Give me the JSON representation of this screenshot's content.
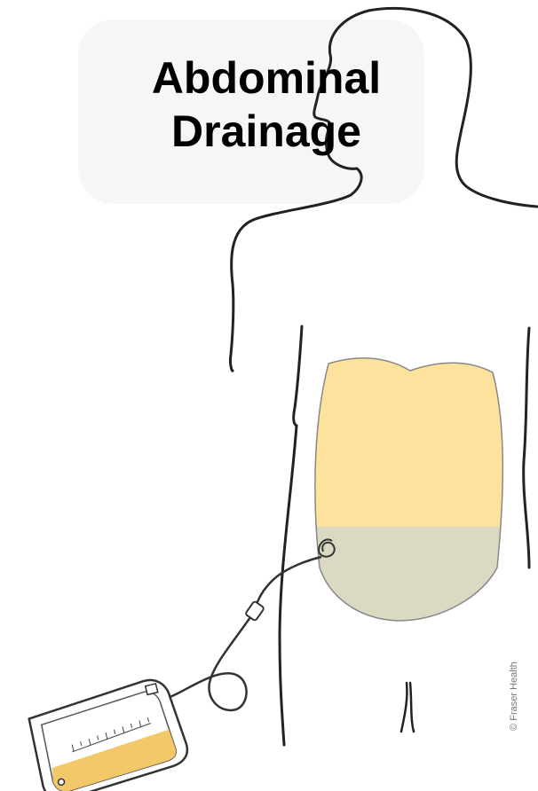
{
  "title": {
    "line1": "Abdominal",
    "line2": "Drainage"
  },
  "credit": "© Fraser Health",
  "colors": {
    "outline": "#222222",
    "abdomen_fill": "#fde29d",
    "fluid_fill": "#dcd9c3",
    "bag_fluid": "#f2c25a",
    "tube": "#333333",
    "title_box": "#f2f2f2"
  },
  "illustration": {
    "parts": [
      "body-outline",
      "abdominal-region",
      "ascites-fluid",
      "drain-catheter",
      "tube-clamp",
      "drainage-bag"
    ]
  }
}
